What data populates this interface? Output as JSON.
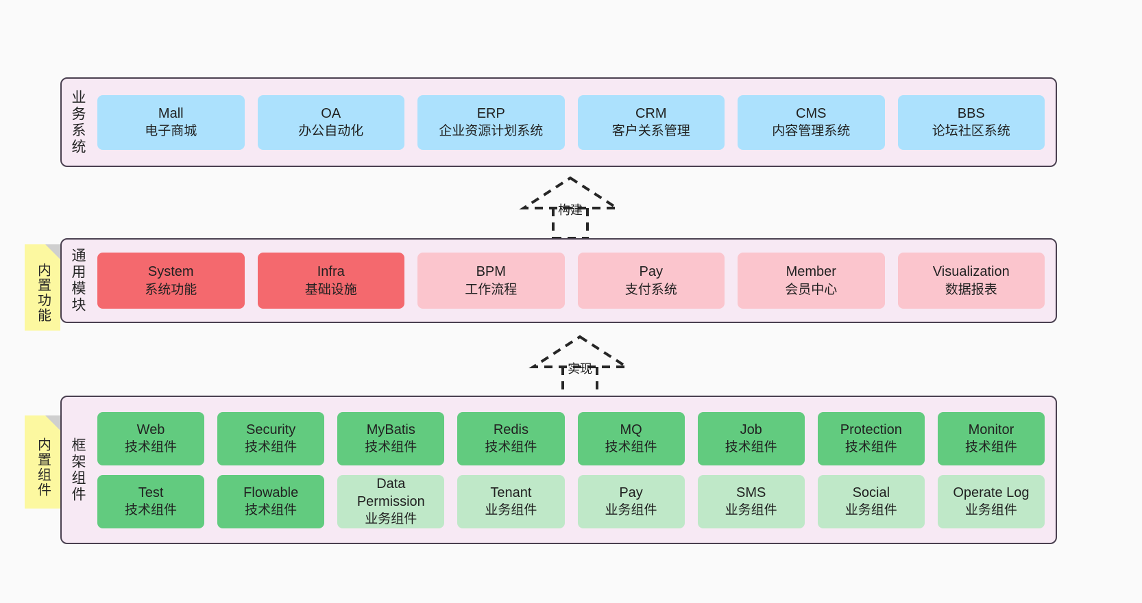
{
  "diagram": {
    "background": "#fafafa",
    "panel_bg": "#f7e9f4",
    "panel_border": "#4a4050",
    "colors": {
      "business": "#ace1fd",
      "module_core": "#f4696e",
      "module_optional": "#fbc5cd",
      "tech_component": "#62cb7f",
      "business_component": "#bfe8c8",
      "note": "#fcf8a0"
    }
  },
  "layers": [
    {
      "title": "业务系统",
      "note": null,
      "rows": [
        [
          {
            "name": "Mall",
            "desc": "电子商城",
            "color": "c-blue"
          },
          {
            "name": "OA",
            "desc": "办公自动化",
            "color": "c-blue"
          },
          {
            "name": "ERP",
            "desc": "企业资源计划系统",
            "color": "c-blue"
          },
          {
            "name": "CRM",
            "desc": "客户关系管理",
            "color": "c-blue"
          },
          {
            "name": "CMS",
            "desc": "内容管理系统",
            "color": "c-blue"
          },
          {
            "name": "BBS",
            "desc": "论坛社区系统",
            "color": "c-blue"
          }
        ]
      ]
    },
    {
      "title": "通用模块",
      "note": "内置功能",
      "rows": [
        [
          {
            "name": "System",
            "desc": "系统功能",
            "color": "c-red"
          },
          {
            "name": "Infra",
            "desc": "基础设施",
            "color": "c-red"
          },
          {
            "name": "BPM",
            "desc": "工作流程",
            "color": "c-pink"
          },
          {
            "name": "Pay",
            "desc": "支付系统",
            "color": "c-pink"
          },
          {
            "name": "Member",
            "desc": "会员中心",
            "color": "c-pink"
          },
          {
            "name": "Visualization",
            "desc": "数据报表",
            "color": "c-pink"
          }
        ]
      ]
    },
    {
      "title": "框架组件",
      "note": "内置组件",
      "rows": [
        [
          {
            "name": "Web",
            "desc": "技术组件",
            "color": "c-green"
          },
          {
            "name": "Security",
            "desc": "技术组件",
            "color": "c-green"
          },
          {
            "name": "MyBatis",
            "desc": "技术组件",
            "color": "c-green"
          },
          {
            "name": "Redis",
            "desc": "技术组件",
            "color": "c-green"
          },
          {
            "name": "MQ",
            "desc": "技术组件",
            "color": "c-green"
          },
          {
            "name": "Job",
            "desc": "技术组件",
            "color": "c-green"
          },
          {
            "name": "Protection",
            "desc": "技术组件",
            "color": "c-green"
          },
          {
            "name": "Monitor",
            "desc": "技术组件",
            "color": "c-green"
          }
        ],
        [
          {
            "name": "Test",
            "desc": "技术组件",
            "color": "c-green"
          },
          {
            "name": "Flowable",
            "desc": "技术组件",
            "color": "c-green"
          },
          {
            "name": "Data Permission",
            "desc": "业务组件",
            "color": "c-lightgreen"
          },
          {
            "name": "Tenant",
            "desc": "业务组件",
            "color": "c-lightgreen"
          },
          {
            "name": "Pay",
            "desc": "业务组件",
            "color": "c-lightgreen"
          },
          {
            "name": "SMS",
            "desc": "业务组件",
            "color": "c-lightgreen"
          },
          {
            "name": "Social",
            "desc": "业务组件",
            "color": "c-lightgreen"
          },
          {
            "name": "Operate Log",
            "desc": "业务组件",
            "color": "c-lightgreen"
          }
        ]
      ]
    }
  ],
  "connectors": [
    {
      "label": "构建",
      "from": "通用模块",
      "to": "业务系统",
      "style": "dashed-generalization-up"
    },
    {
      "label": "实现",
      "from": "框架组件",
      "to": "通用模块",
      "style": "dashed-generalization-up"
    }
  ]
}
